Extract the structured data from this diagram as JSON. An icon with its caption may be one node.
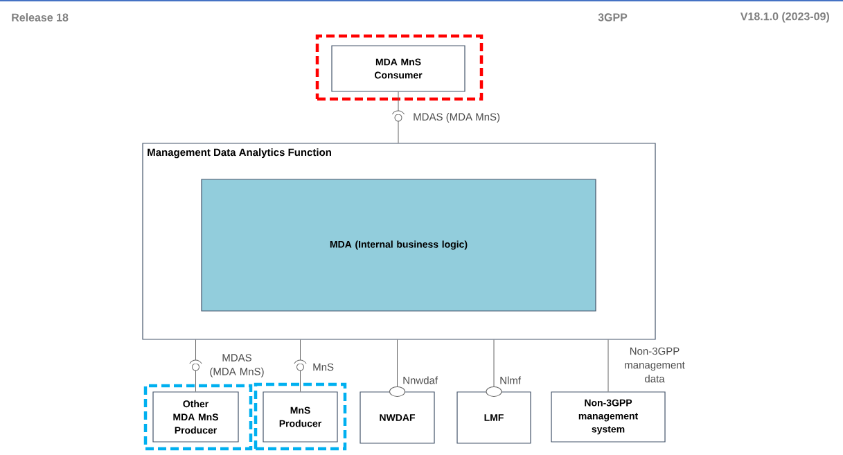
{
  "diagram": {
    "nodes": [
      {
        "text": [],
        "shape": "box"
      },
      {
        "text": [
          "MDA MnS Consumer"
        ],
        "in": 0
      },
      {
        "text": [
          "Management Data Analytics Function"
        ]
      },
      {
        "text": [
          "MDA (Internal business logic)"
        ],
        "in": 2
      },
      {
        "text": [],
        "shape": "box"
      },
      {
        "text": [
          "Other MDA MnS Producer"
        ],
        "in": 4
      },
      {
        "text": [],
        "shape": "box"
      },
      {
        "text": [
          "MnS Producer"
        ],
        "in": 6
      },
      {
        "text": [
          "NWDAF"
        ]
      },
      {
        "text": [
          "LMF"
        ]
      },
      {
        "text": [
          "Non-3GPP management system"
        ]
      }
    ],
    "edges": [
      {
        "from": 1,
        "to": 2,
        "arrow": "none",
        "label": "MDAS (MDA MnS)"
      },
      {
        "from": 2,
        "to": 5,
        "arrow": "none",
        "label": "MDAS (MDA MnS)"
      },
      {
        "from": 2,
        "to": 7,
        "arrow": "none",
        "label": "MnS"
      },
      {
        "from": 2,
        "to": 8,
        "arrow": "other",
        "label": "Nnwdaf"
      },
      {
        "from": 2,
        "to": 9,
        "arrow": "other",
        "label": "Nlmf"
      },
      {
        "from": 2,
        "to": 10,
        "arrow": "none",
        "label": "Non-3GPP management data"
      }
    ],
    "labels": [
      "Release 18",
      "3GPP",
      "V18.1.0 (2023-09)"
    ]
  }
}
